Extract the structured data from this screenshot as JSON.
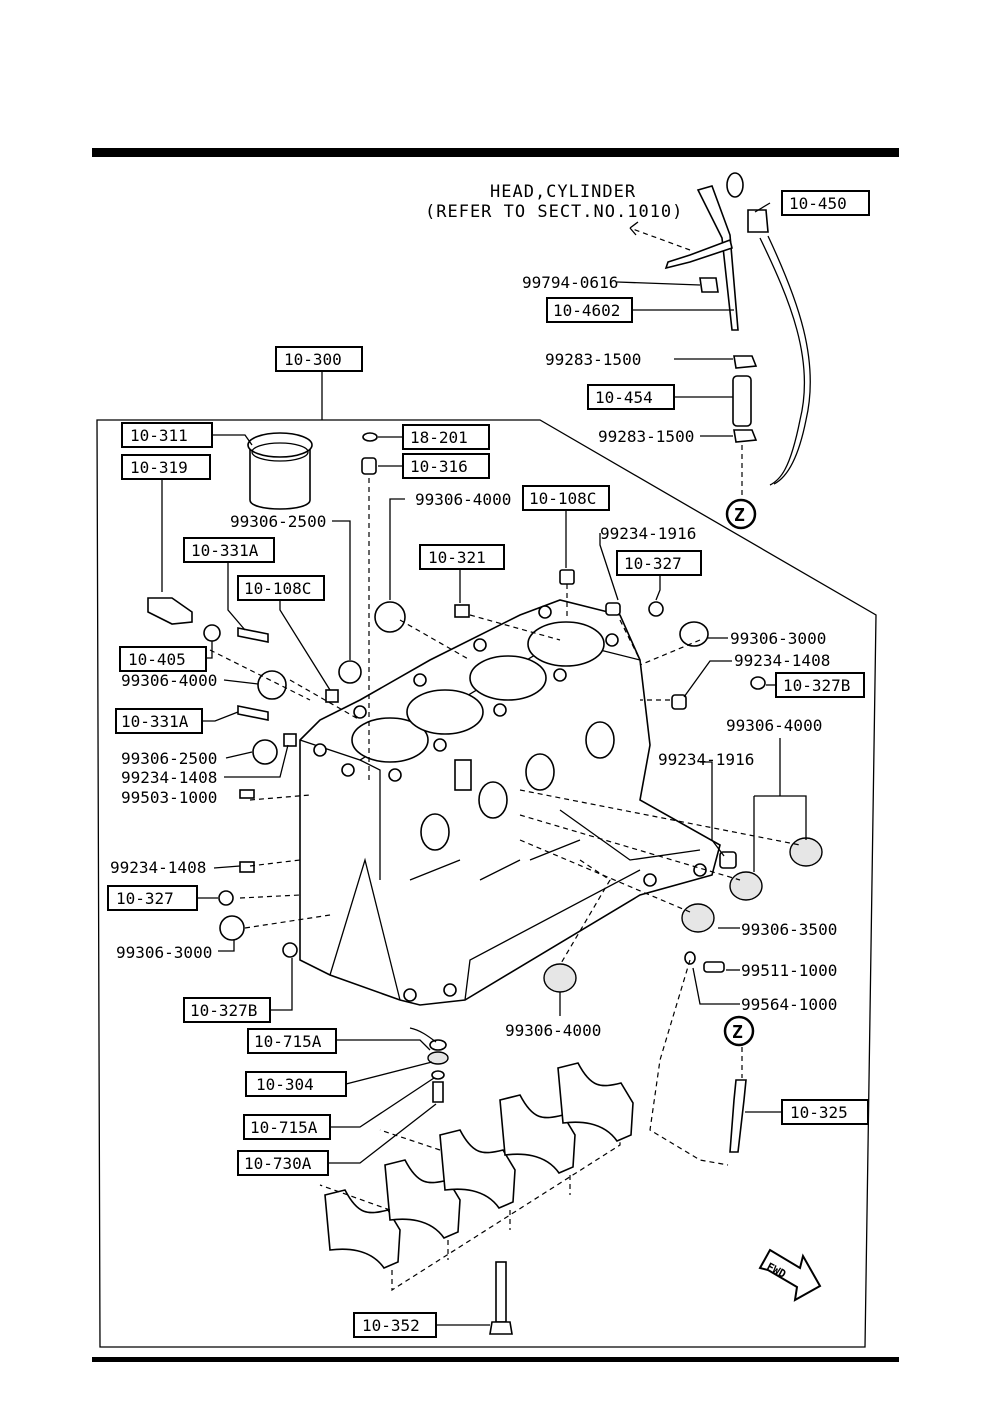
{
  "header": {
    "line1": "HEAD,CYLINDER",
    "line2": "(REFER TO SECT.NO.1010)"
  },
  "boxed_labels": {
    "b10_450": "10-450",
    "b10_4602": "10-4602",
    "b10_454": "10-454",
    "b10_300": "10-300",
    "b10_311": "10-311",
    "b18_201": "18-201",
    "b10_319": "10-319",
    "b10_316": "10-316",
    "b10_108c_a": "10-108C",
    "b10_331a_a": "10-331A",
    "b10_321": "10-321",
    "b10_327_a": "10-327",
    "b10_108c_b": "10-108C",
    "b10_405": "10-405",
    "b10_327b_a": "10-327B",
    "b10_331a_b": "10-331A",
    "b10_327_b": "10-327",
    "b10_327b_b": "10-327B",
    "b10_715a_a": "10-715A",
    "b10_304": "10-304",
    "b10_715a_b": "10-715A",
    "b10_730a": "10-730A",
    "b10_325": "10-325",
    "b10_352": "10-352"
  },
  "part_numbers": {
    "p99794_0616": "99794-0616",
    "p99283_1500_a": "99283-1500",
    "p99283_1500_b": "99283-1500",
    "p99306_4000_a": "99306-4000",
    "p99306_2500_a": "99306-2500",
    "p99234_1916_a": "99234-1916",
    "p99306_3000_a": "99306-3000",
    "p99234_1408_a": "99234-1408",
    "p99306_4000_b": "99306-4000",
    "p99306_4000_c": "99306-4000",
    "p99306_2500_b": "99306-2500",
    "p99234_1408_b": "99234-1408",
    "p99503_1000": "99503-1000",
    "p99234_1916_b": "99234-1916",
    "p99234_1408_c": "99234-1408",
    "p99306_3500": "99306-3500",
    "p99306_3000_b": "99306-3000",
    "p99511_1000": "99511-1000",
    "p99564_1000": "99564-1000",
    "p99306_4000_d": "99306-4000"
  },
  "markers": {
    "z_top": "Z",
    "z_bottom": "Z",
    "fwd": "FWD"
  }
}
